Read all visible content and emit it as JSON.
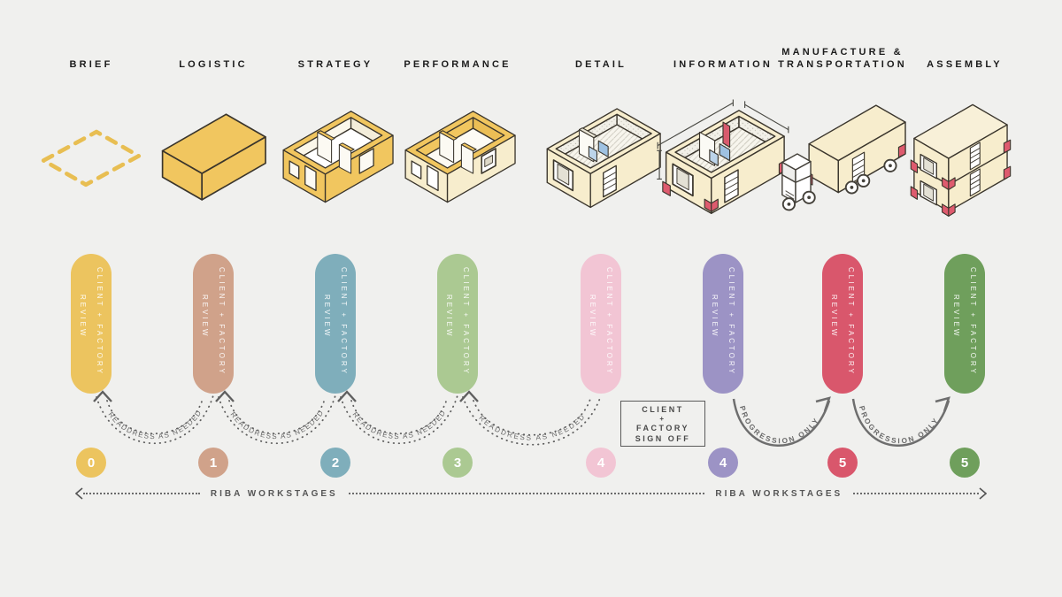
{
  "stages": [
    {
      "label": "BRIEF",
      "number": "0",
      "color": "#ECC45F"
    },
    {
      "label": "LOGISTIC",
      "number": "1",
      "color": "#D0A28A"
    },
    {
      "label": "STRATEGY",
      "number": "2",
      "color": "#7FAEBB"
    },
    {
      "label": "PERFORMANCE",
      "number": "3",
      "color": "#ABC992"
    },
    {
      "label": "DETAIL",
      "number": "4",
      "color": "#F2C5D4"
    },
    {
      "label": "INFORMATION",
      "number": "4",
      "color": "#9C93C5"
    },
    {
      "label": "MANUFACTURE &\nTRANSPORTATION",
      "number": "5",
      "color": "#D9576C"
    },
    {
      "label": "ASSEMBLY",
      "number": "5",
      "color": "#6F9F5C"
    }
  ],
  "pill": {
    "line1": "CLIENT + FACTORY",
    "line2": "REVIEW"
  },
  "connectors": {
    "readdress_label": "READDRESS AS NEEDED",
    "progression_label": "PROGRESSION ONLY",
    "signoff": {
      "l1": "CLIENT",
      "l2": "+",
      "l3": "FACTORY",
      "l4": "SIGN OFF"
    }
  },
  "footer": {
    "label": "RIBA WORKSTAGES"
  },
  "palette": {
    "background": "#F0F0EE",
    "line_gray": "#6B6B6B",
    "text_dark": "#1B1B1B",
    "module_yellow": "#F1C65F",
    "module_cream": "#F7EDCD",
    "accent_red": "#DE5B6E",
    "accent_blue": "#A5C6E4"
  }
}
